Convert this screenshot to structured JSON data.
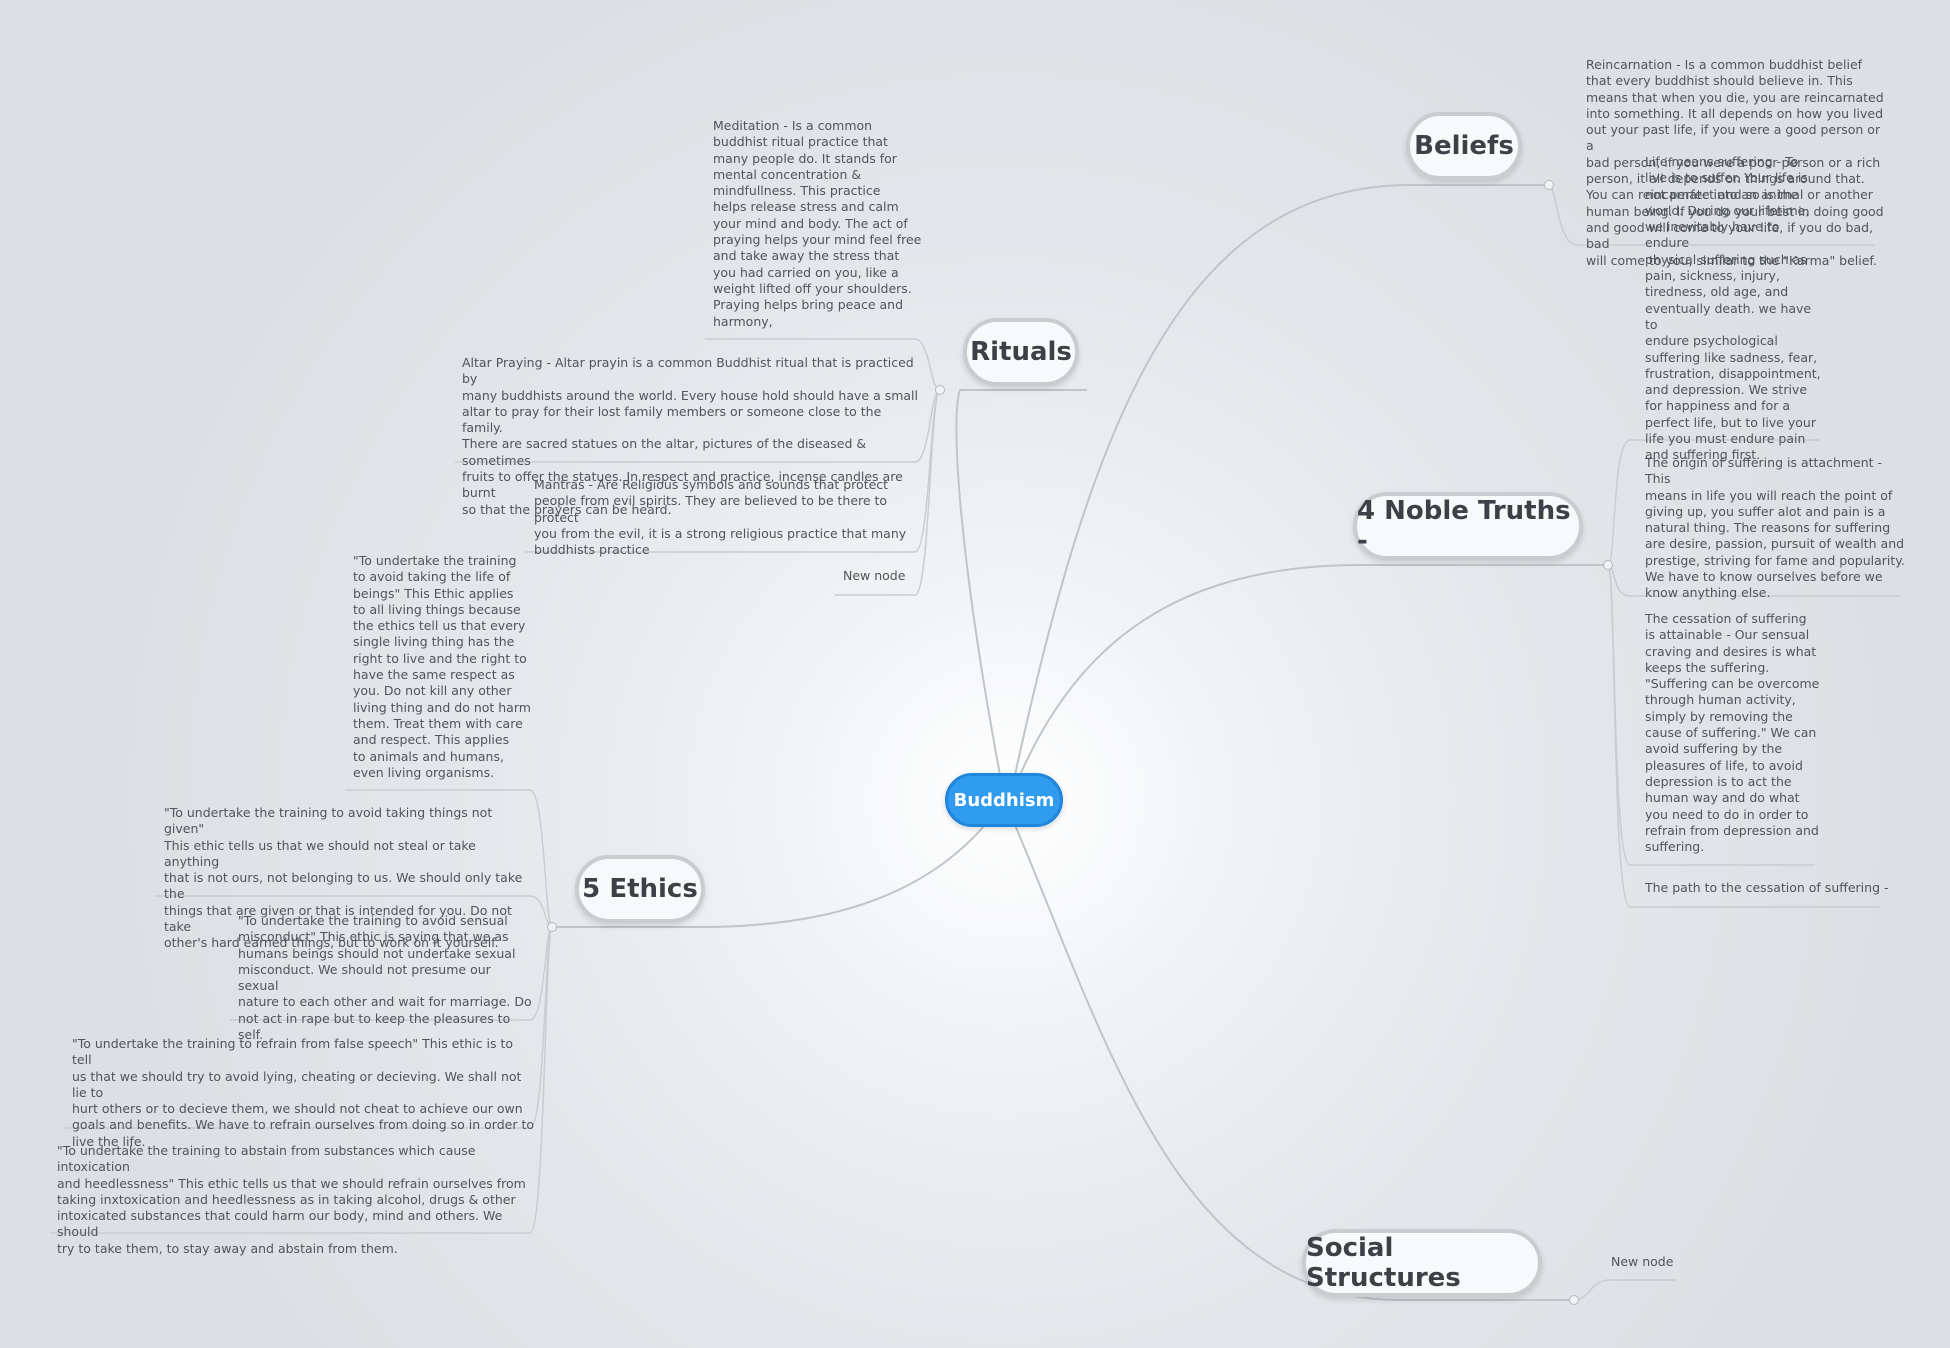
{
  "central": {
    "label": "Buddhism"
  },
  "topics": {
    "beliefs": {
      "label": "Beliefs",
      "leaves": [
        "Reincarnation - Is a common buddhist belief\nthat every buddhist should believe in. This\nmeans that when you die, you are reincarnated\ninto something. It all depends on how you lived\nout your past life, if you were a good person or a\nbad person, if you were a poor person or a rich\nperson, it all depends on things around that.\nYou can reincarnate into an animal or another\nhuman being. If you do your best in doing good\nand good will come to your life, if you do bad, bad\nwill come to you, similar to the \"Karma\" belief."
      ]
    },
    "noble_truths": {
      "label": "4 Noble Truths -",
      "leaves": [
        "Life means suffering - To\nlive is to suffer. Your life is\nnot perfect and so is the\nworld. During our lifetime,\nwe inevitably have to endure\nphysical suffering such as\npain, sickness, injury,\ntiredness, old age, and\neventually death. we have to\nendure psychological\nsuffering like sadness, fear,\nfrustration, disappointment,\nand depression. We strive\nfor happiness and for a\nperfect life, but to live your\nlife you must endure pain\nand suffering first.",
        "The origin of suffering is attachment - This\nmeans in life you will reach the point of\ngiving up, you suffer alot and pain is a\nnatural thing. The reasons for suffering\nare desire, passion, pursuit of wealth and\nprestige, striving for fame and popularity.\nWe have to know ourselves before we\nknow anything else.",
        "The cessation of suffering\nis attainable - Our sensual\ncraving and desires is what\nkeeps the suffering.\n\"Suffering can be overcome\nthrough human activity,\nsimply by removing the\ncause of suffering.\" We can\navoid suffering by the\npleasures of life, to avoid\ndepression is to act the\nhuman way and do what\nyou need to do in order to\nrefrain from depression and\nsuffering.",
        "The path to the cessation of suffering -"
      ]
    },
    "social": {
      "label": "Social Structures",
      "leaves": [
        "New node"
      ]
    },
    "rituals": {
      "label": "Rituals",
      "leaves": [
        "Meditation - Is a common\nbuddhist ritual practice that\nmany people do. It stands for\nmental concentration &\nmindfullness. This practice\nhelps release stress and calm\nyour mind and body. The act of\npraying helps your mind feel free\nand take away the stress that\nyou had carried on you, like a\nweight lifted off your shoulders.\nPraying helps bring peace and\nharmony,",
        "Altar Praying - Altar prayin is a common Buddhist ritual that is practiced by\nmany buddhists around the world. Every house hold should have a small\naltar to pray for their lost family members or someone close to the family.\nThere are sacred statues on the altar, pictures of the diseased & sometimes\nfruits to offer the statues. In respect and practice, incense candles are burnt\nso that the prayers can be heard.",
        "Mantras - Are Religious symbols and sounds that protect\npeople from evil spirits. They are believed to be there to protect\nyou from the evil, it is a strong religious practice that many\nbuddhists practice",
        "New node"
      ]
    },
    "ethics": {
      "label": "5 Ethics",
      "leaves": [
        "\"To undertake the training\nto avoid taking the life of\nbeings\" This Ethic applies\nto all living things because\nthe ethics tell us that every\nsingle living thing has the\nright to live and the right to\nhave the same respect as\nyou. Do not kill any other\nliving thing and do not harm\nthem. Treat them with care\nand respect. This applies\nto animals and humans,\neven living organisms.",
        "\"To undertake the training to avoid taking things not given\"\nThis ethic tells us that we should not steal or take anything\nthat is not ours, not belonging to us. We should only take the\nthings that are given or that is intended for you. Do not take\nother's hard earned things, but to work on it yourself.",
        "\"To undertake the training to avoid sensual\nmisconduct\" This ethic is saying that we as\nhumans beings should not undertake sexual\nmisconduct. We should not presume our sexual\nnature to each other and wait for marriage. Do\nnot act in rape but to keep the pleasures to self.",
        "\"To undertake the training to refrain from false speech\" This ethic is to tell\nus that we should try to avoid lying, cheating or decieving. We shall not lie to\nhurt others or to decieve them, we should not cheat to achieve our own\ngoals and benefits. We have to refrain ourselves from doing so in order to\nlive the life.",
        "\"To undertake the training to abstain from substances which cause intoxication\nand heedlessness\" This ethic tells us that we should refrain ourselves from\ntaking inxtoxication and heedlessness as in taking alcohol, drugs & other\nintoxicated substances that could harm our body, mind and others. We should\ntry to take them, to stay away and abstain from them."
      ]
    }
  },
  "colors": {
    "central_fill": "#2f9cf0",
    "connector": "#c3c7cc",
    "text": "#4f555c"
  }
}
